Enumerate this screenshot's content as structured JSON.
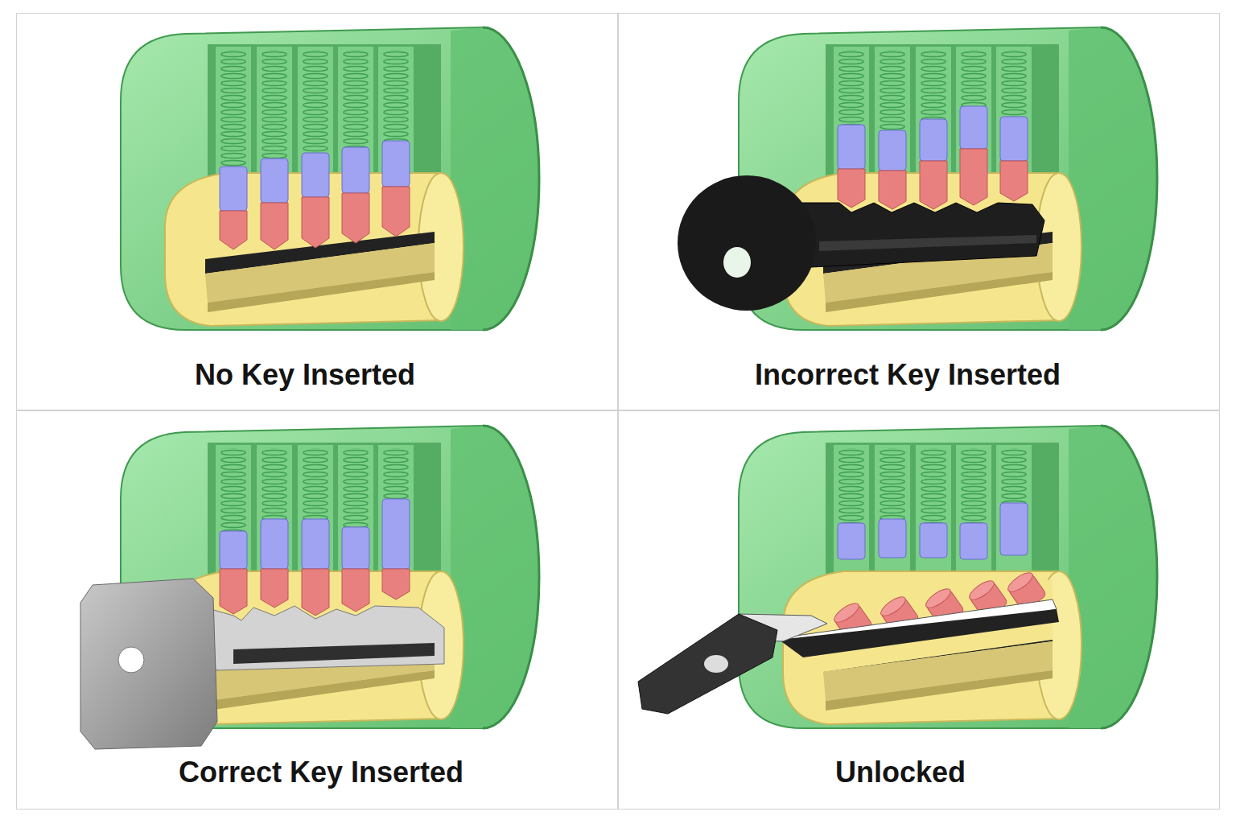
{
  "diagram": {
    "nodes": [
      {
        "text": [
          "No Key Inserted"
        ]
      },
      {
        "text": [
          "Incorrect Key Inserted"
        ]
      },
      {
        "text": [
          "Correct Key Inserted"
        ]
      },
      {
        "text": [
          "Unlocked"
        ]
      }
    ]
  }
}
